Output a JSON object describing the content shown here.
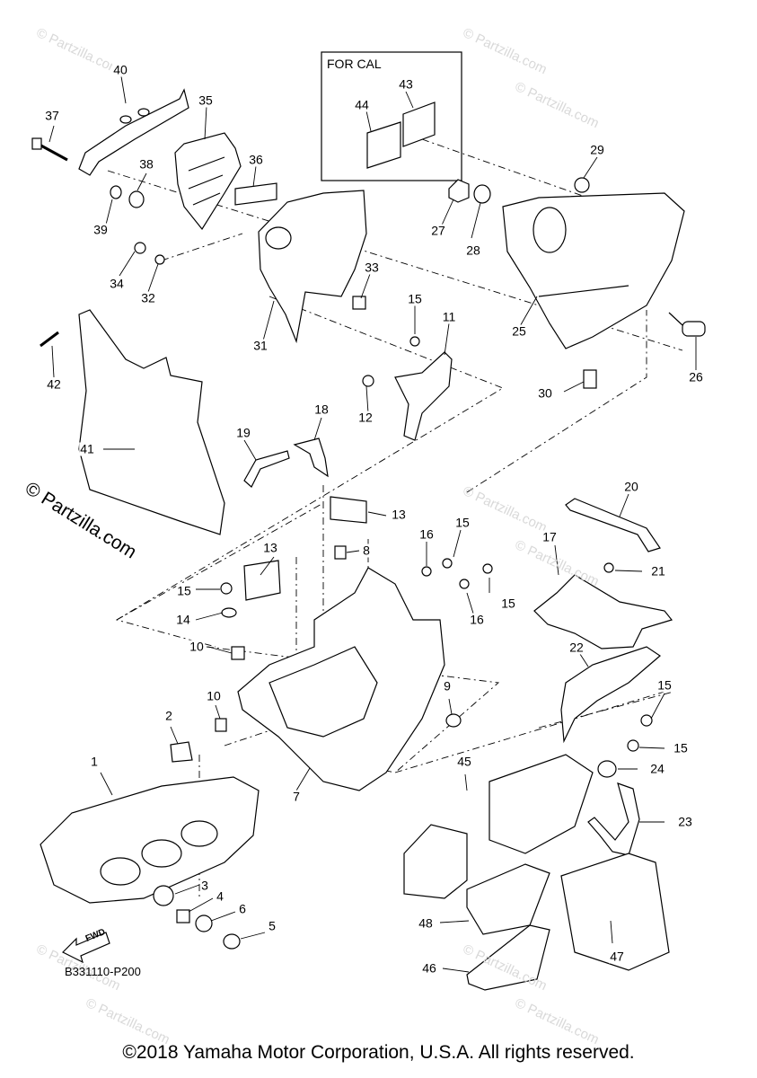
{
  "watermarks": [
    "© Partzilla.com",
    "© Partzilla.com",
    "© Partzilla.com",
    "© Partzilla.com",
    "© Partzilla.com",
    "© Partzilla.com",
    "© Partzilla.com",
    "© Partzilla.com",
    "© Partzilla.com"
  ],
  "watermark_main": "© Partzilla.com",
  "for_cal_label": "FOR CAL",
  "fwd_label": "FWD",
  "diagram_code": "B331110-P200",
  "copyright": "©2018 Yamaha Motor Corporation, U.S.A. All rights reserved.",
  "callouts": [
    "40",
    "37",
    "35",
    "36",
    "38",
    "39",
    "34",
    "32",
    "44",
    "43",
    "29",
    "27",
    "28",
    "33",
    "15",
    "11",
    "31",
    "42",
    "12",
    "25",
    "26",
    "30",
    "41",
    "18",
    "19",
    "13",
    "20",
    "16",
    "15",
    "17",
    "13",
    "8",
    "21",
    "15",
    "16",
    "15",
    "14",
    "10",
    "22",
    "9",
    "10",
    "15",
    "2",
    "15",
    "1",
    "7",
    "45",
    "24",
    "23",
    "3",
    "4",
    "6",
    "5",
    "48",
    "47",
    "46"
  ]
}
